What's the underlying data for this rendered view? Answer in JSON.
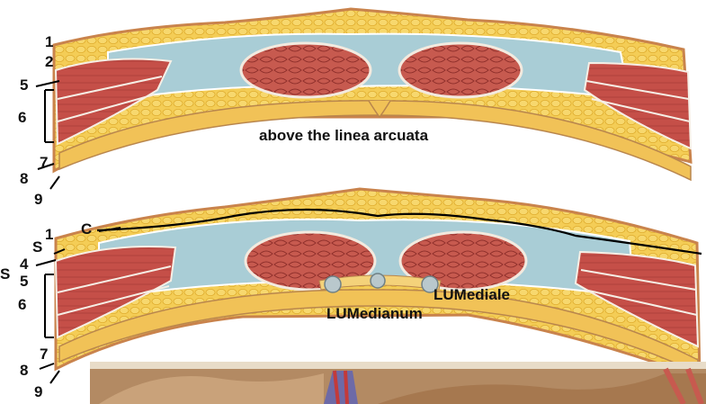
{
  "figure": {
    "upper_section": {
      "caption": "above the linea arcuata",
      "labels": [
        "1",
        "2",
        "5",
        "6",
        "7",
        "8",
        "9"
      ]
    },
    "lower_section": {
      "labels": [
        "C",
        "1",
        "S",
        "4",
        "5",
        "6",
        "7",
        "8",
        "9"
      ],
      "edge_letter": "S",
      "ligament_labels": {
        "medial": "LUMediale",
        "median": "LUMedianum"
      }
    }
  },
  "colors": {
    "fat": "#f2c64a",
    "skin": "#d4a66a",
    "muscle": "#c7504a",
    "fascia": "#a9cdd6",
    "background": "#ffffff"
  }
}
